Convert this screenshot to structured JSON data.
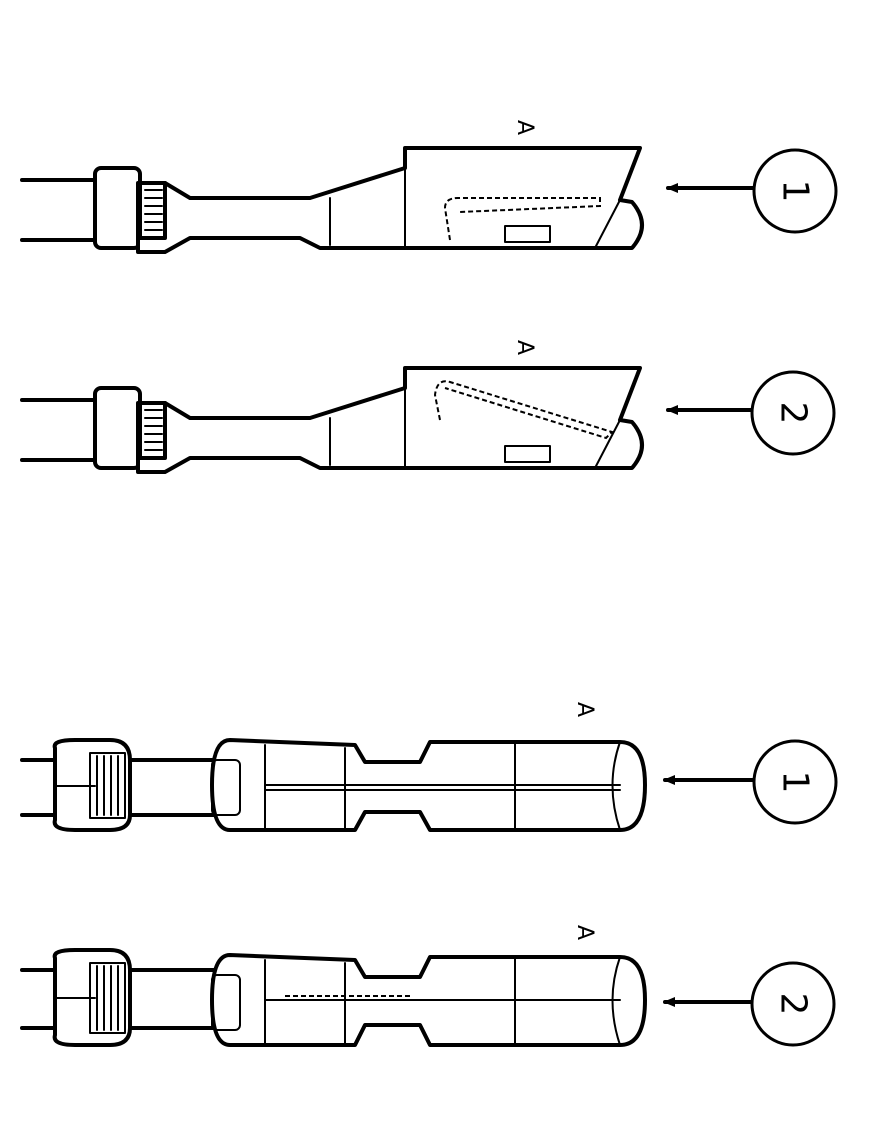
{
  "panels": [
    {
      "callout": "1",
      "marker": "A"
    },
    {
      "callout": "2",
      "marker": "A"
    },
    {
      "callout": "1",
      "marker": "A"
    },
    {
      "callout": "2",
      "marker": "A"
    }
  ]
}
